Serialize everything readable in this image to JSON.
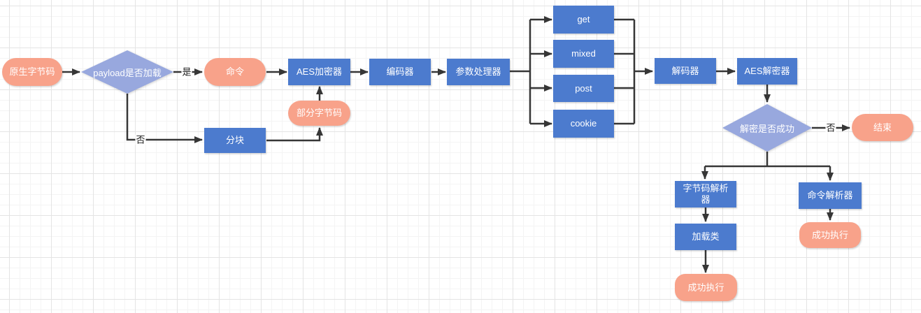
{
  "colors": {
    "process": "#4c7bce",
    "decision": "#98a8de",
    "terminal": "#f8a28a",
    "line": "#363636",
    "shape_text": "#ffffff",
    "edge_label_text": "#1a1a1a",
    "grid_minor": "#f4f4f4",
    "grid_major": "#e4e4e4"
  },
  "nodes": {
    "native_bytecode": {
      "label": "原生字节码",
      "type": "terminal"
    },
    "payload_loaded": {
      "label": "payload是否加载",
      "type": "decision"
    },
    "command": {
      "label": "命令",
      "type": "terminal"
    },
    "chunk": {
      "label": "分块",
      "type": "process"
    },
    "aes_encryptor": {
      "label": "AES加密器",
      "type": "process"
    },
    "partial_bytecode": {
      "label": "部分字节码",
      "type": "terminal"
    },
    "encoder": {
      "label": "编码器",
      "type": "process"
    },
    "param_processor": {
      "label": "参数处理器",
      "type": "process"
    },
    "get": {
      "label": "get",
      "type": "process"
    },
    "mixed": {
      "label": "mixed",
      "type": "process"
    },
    "post": {
      "label": "post",
      "type": "process"
    },
    "cookie": {
      "label": "cookie",
      "type": "process"
    },
    "decoder": {
      "label": "解码器",
      "type": "process"
    },
    "aes_decryptor": {
      "label": "AES解密器",
      "type": "process"
    },
    "decrypt_success": {
      "label": "解密是否成功",
      "type": "decision"
    },
    "end": {
      "label": "结束",
      "type": "terminal"
    },
    "bytecode_parser": {
      "label": "字节码解析\n器",
      "type": "process"
    },
    "command_parser": {
      "label": "命令解析器",
      "type": "process"
    },
    "load_class": {
      "label": "加载类",
      "type": "process"
    },
    "success_exec_bytecode": {
      "label": "成功执行",
      "type": "terminal"
    },
    "success_exec_command": {
      "label": "成功执行",
      "type": "terminal"
    }
  },
  "edge_labels": {
    "yes": "是",
    "no_to_chunk": "否",
    "no_to_end": "否"
  }
}
